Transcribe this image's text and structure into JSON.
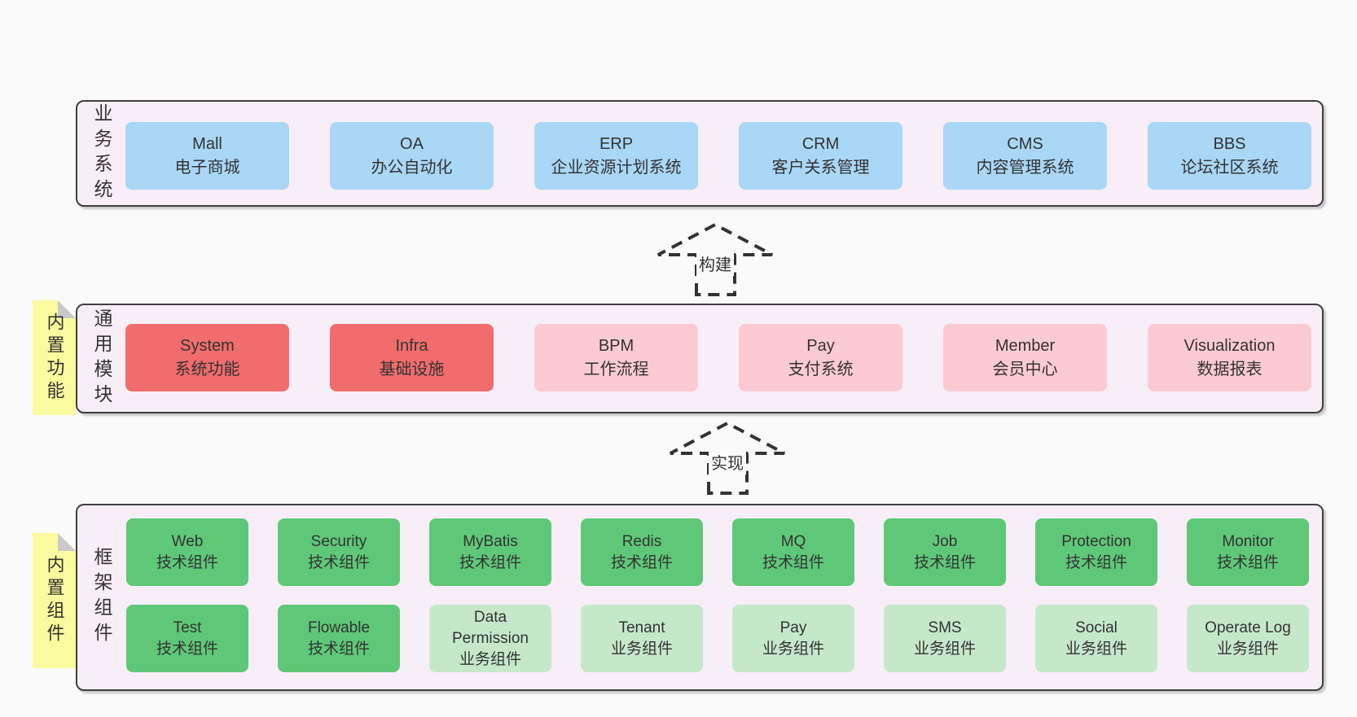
{
  "colors": {
    "background": "#fafafa",
    "layer_fill": "#f8eef7",
    "layer_border": "#3f3f3f",
    "blue": "#a9d7f5",
    "red": "#f16c6c",
    "pink": "#fccad3",
    "green": "#5fc878",
    "lightgreen": "#c6e8ca",
    "tab_yellow": "#fafa9e",
    "tab_fold": "#c9c9c9",
    "text": "#333333"
  },
  "layers": [
    {
      "label": "业务系统",
      "rows": [
        [
          {
            "title": "Mall",
            "subtitle": "电子商城",
            "color": "blue"
          },
          {
            "title": "OA",
            "subtitle": "办公自动化",
            "color": "blue"
          },
          {
            "title": "ERP",
            "subtitle": "企业资源计划系统",
            "color": "blue"
          },
          {
            "title": "CRM",
            "subtitle": "客户关系管理",
            "color": "blue"
          },
          {
            "title": "CMS",
            "subtitle": "内容管理系统",
            "color": "blue"
          },
          {
            "title": "BBS",
            "subtitle": "论坛社区系统",
            "color": "blue"
          }
        ]
      ]
    },
    {
      "label": "通用模块",
      "tab": "内置功能",
      "rows": [
        [
          {
            "title": "System",
            "subtitle": "系统功能",
            "color": "red"
          },
          {
            "title": "Infra",
            "subtitle": "基础设施",
            "color": "red"
          },
          {
            "title": "BPM",
            "subtitle": "工作流程",
            "color": "pink"
          },
          {
            "title": "Pay",
            "subtitle": "支付系统",
            "color": "pink"
          },
          {
            "title": "Member",
            "subtitle": "会员中心",
            "color": "pink"
          },
          {
            "title": "Visualization",
            "subtitle": "数据报表",
            "color": "pink"
          }
        ]
      ]
    },
    {
      "label": "框架组件",
      "tab": "内置组件",
      "rows": [
        [
          {
            "title": "Web",
            "subtitle": "技术组件",
            "color": "green"
          },
          {
            "title": "Security",
            "subtitle": "技术组件",
            "color": "green"
          },
          {
            "title": "MyBatis",
            "subtitle": "技术组件",
            "color": "green"
          },
          {
            "title": "Redis",
            "subtitle": "技术组件",
            "color": "green"
          },
          {
            "title": "MQ",
            "subtitle": "技术组件",
            "color": "green"
          },
          {
            "title": "Job",
            "subtitle": "技术组件",
            "color": "green"
          },
          {
            "title": "Protection",
            "subtitle": "技术组件",
            "color": "green"
          },
          {
            "title": "Monitor",
            "subtitle": "技术组件",
            "color": "green"
          }
        ],
        [
          {
            "title": "Test",
            "subtitle": "技术组件",
            "color": "green"
          },
          {
            "title": "Flowable",
            "subtitle": "技术组件",
            "color": "green"
          },
          {
            "title": "Data Permission",
            "subtitle": "业务组件",
            "color": "lightgreen"
          },
          {
            "title": "Tenant",
            "subtitle": "业务组件",
            "color": "lightgreen"
          },
          {
            "title": "Pay",
            "subtitle": "业务组件",
            "color": "lightgreen"
          },
          {
            "title": "SMS",
            "subtitle": "业务组件",
            "color": "lightgreen"
          },
          {
            "title": "Social",
            "subtitle": "业务组件",
            "color": "lightgreen"
          },
          {
            "title": "Operate Log",
            "subtitle": "业务组件",
            "color": "lightgreen"
          }
        ]
      ]
    }
  ],
  "arrows": [
    {
      "label": "构建"
    },
    {
      "label": "实现"
    }
  ]
}
